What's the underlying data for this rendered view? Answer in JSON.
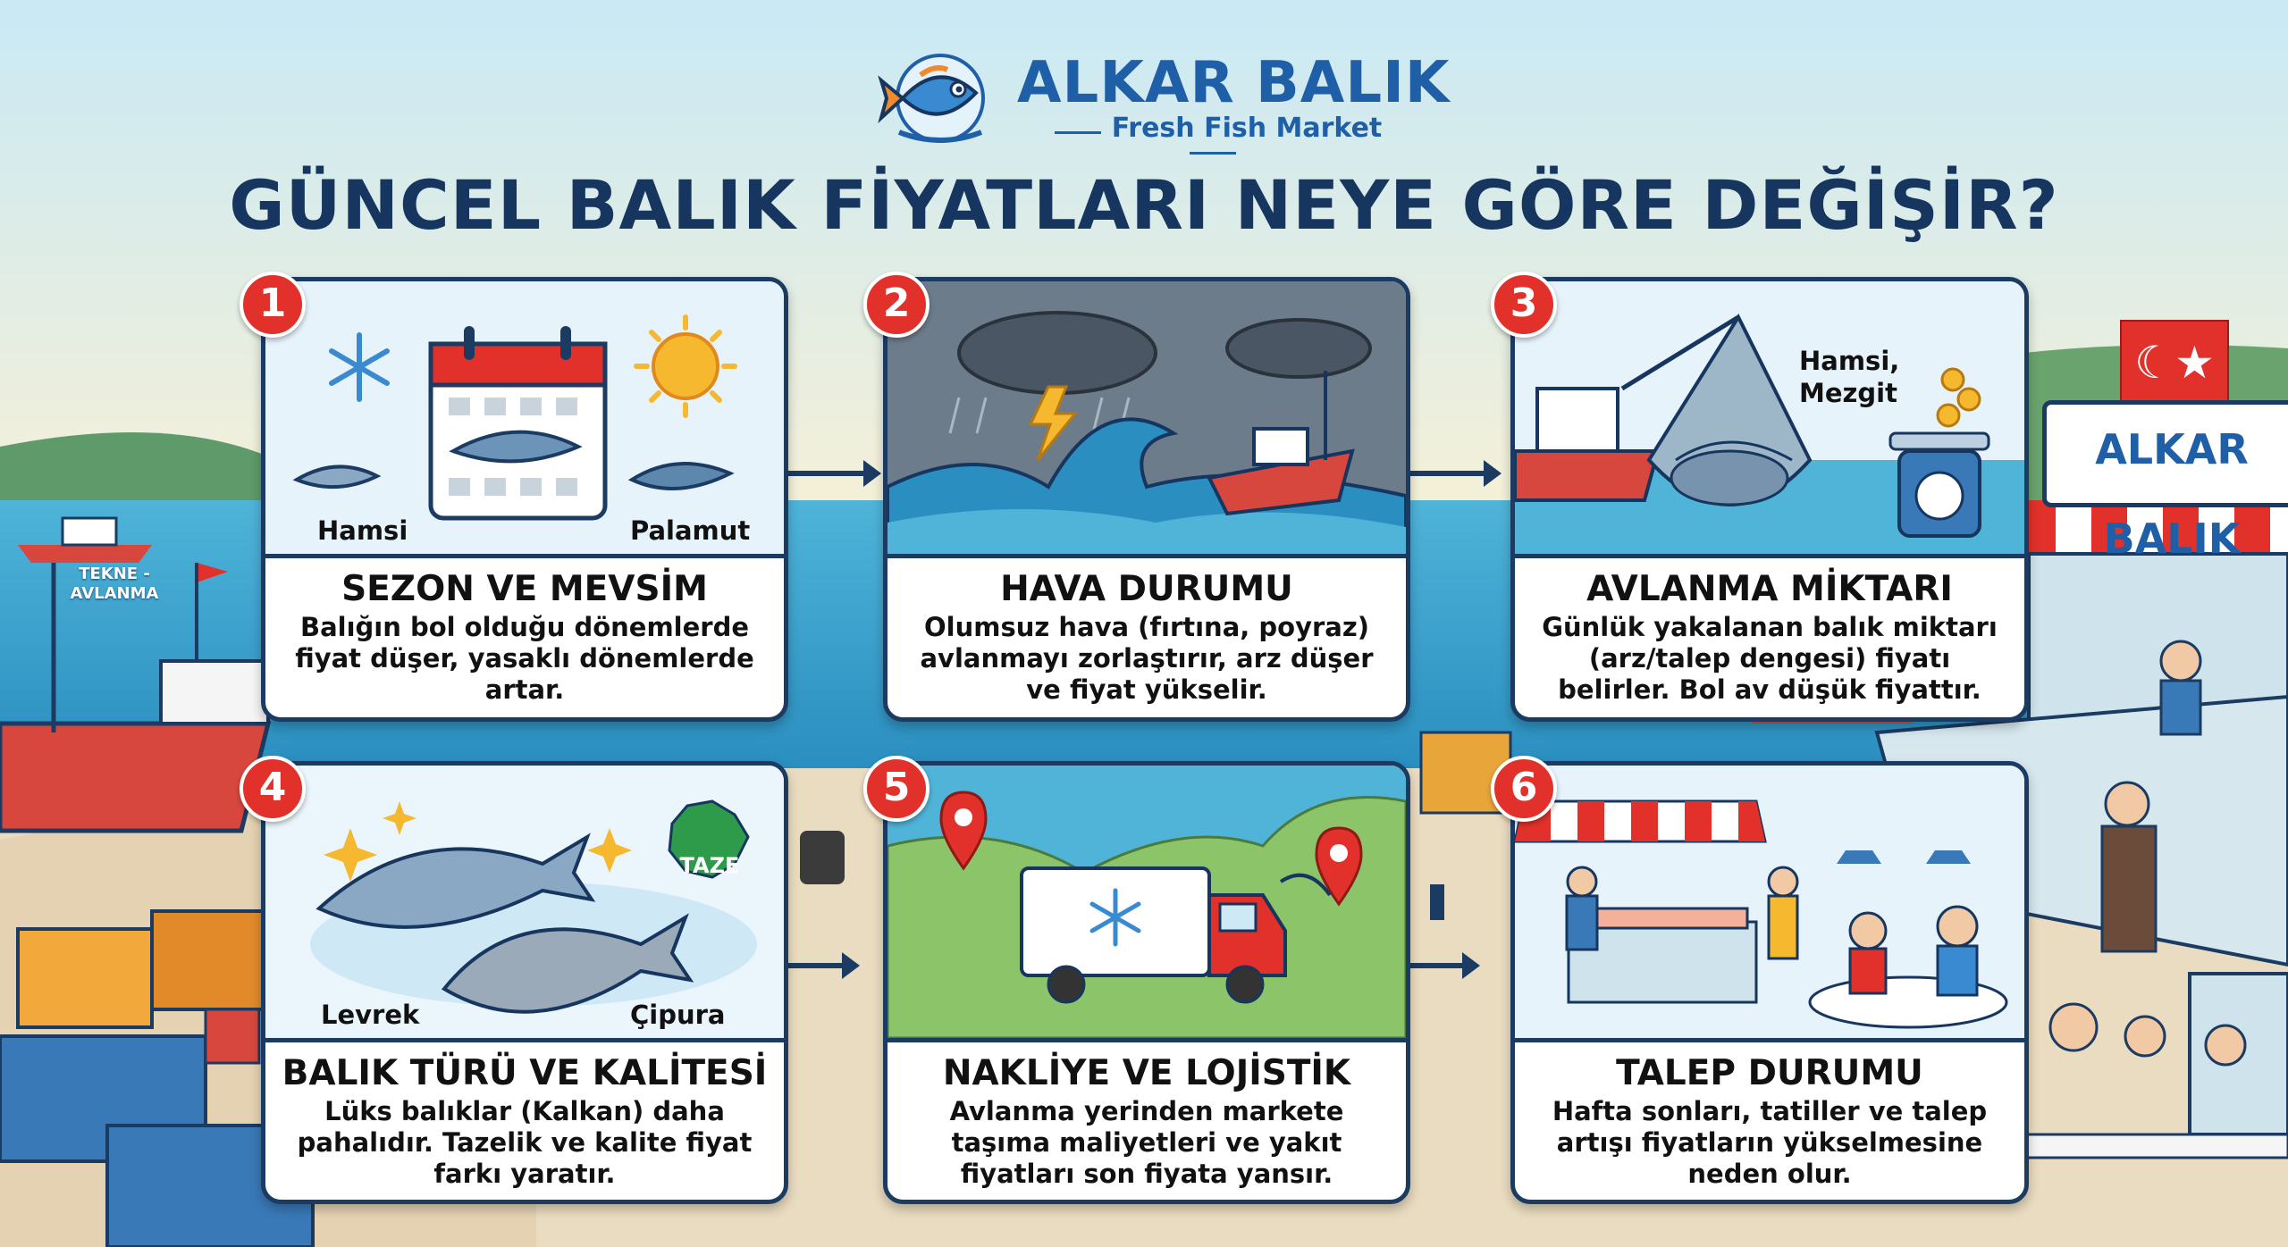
{
  "brand": {
    "name": "ALKAR BALIK",
    "subtitle": "Fresh Fish Market"
  },
  "title": "GÜNCEL BALIK FİYATLARI NEYE GÖRE DEĞİŞİR?",
  "scene": {
    "boat_label": "TEKNE - AVLANMA",
    "store_sign": "ALKAR BALIK"
  },
  "cards": [
    {
      "number": "1",
      "title": "SEZON VE MEVSİM",
      "text": "Balığın bol olduğu dönemlerde fiyat düşer, yasaklı dönemlerde artar.",
      "labels": [
        "Hamsi",
        "Palamut"
      ]
    },
    {
      "number": "2",
      "title": "HAVA DURUMU",
      "text": "Olumsuz hava (fırtına, poyraz) avlanmayı zorlaştırır, arz düşer ve fiyat yükselir."
    },
    {
      "number": "3",
      "title": "AVLANMA MİKTARI",
      "text": "Günlük yakalanan balık miktarı (arz/talep dengesi) fiyatı belirler. Bol av düşük fiyattır.",
      "labels": [
        "Hamsi,",
        "Mezgit"
      ]
    },
    {
      "number": "4",
      "title": "BALIK TÜRÜ VE KALİTESİ",
      "text": "Lüks balıklar (Kalkan) daha pahalıdır. Tazelik ve kalite fiyat farkı yaratır.",
      "labels": [
        "Levrek",
        "Çipura"
      ],
      "badge": "TAZE"
    },
    {
      "number": "5",
      "title": "NAKLİYE VE LOJİSTİK",
      "text": "Avlanma yerinden markete taşıma maliyetleri ve yakıt fiyatları son fiyata yansır."
    },
    {
      "number": "6",
      "title": "TALEP DURUMU",
      "text": "Hafta sonları, tatiller ve talep artışı fiyatların yükselmesine neden olur."
    }
  ],
  "colors": {
    "navy": "#1b3b62",
    "brand_blue": "#1f5fa8",
    "accent_red": "#e1312a"
  }
}
